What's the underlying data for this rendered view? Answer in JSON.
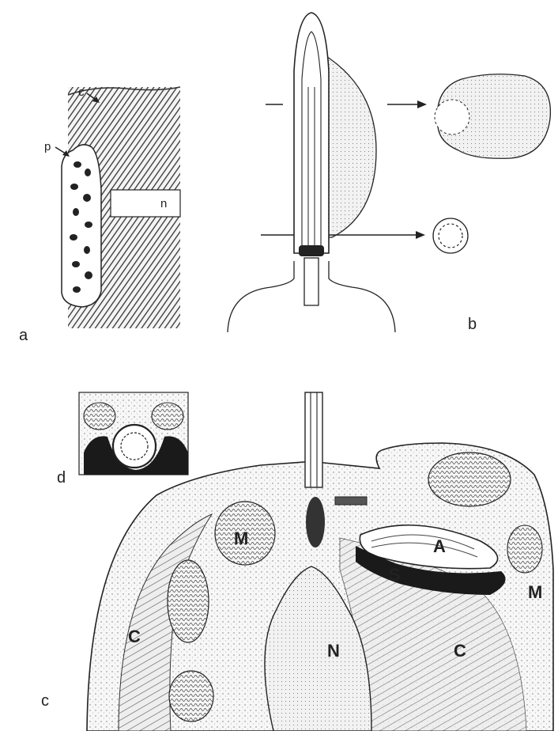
{
  "panels": {
    "a": {
      "panel_label": "a",
      "part_labels": {
        "c": "c",
        "p": "p",
        "n": "n"
      }
    },
    "b": {
      "panel_label": "b"
    },
    "c": {
      "panel_label": "c",
      "part_labels": {
        "M_left": "M",
        "M_right": "M",
        "A": "A",
        "S": "S",
        "N": "N",
        "C_left": "C",
        "C_right": "C"
      }
    },
    "d": {
      "panel_label": "d"
    }
  }
}
